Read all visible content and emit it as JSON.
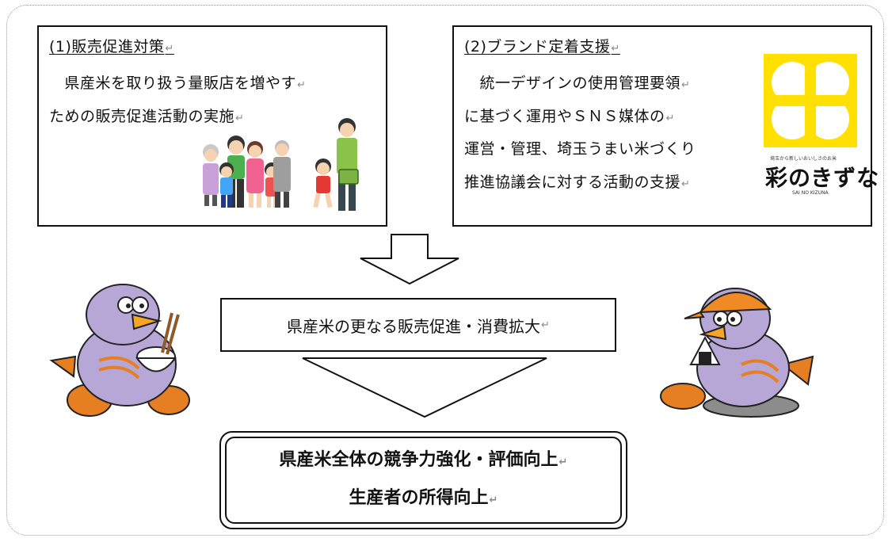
{
  "panel_left": {
    "heading": "(1)販売促進対策",
    "lines": [
      "　県産米を取り扱う量販店を増やす",
      "ための販売促進活動の実施"
    ]
  },
  "panel_right": {
    "heading": "(2)ブランド定着支援",
    "lines": [
      "　統一デザインの使用管理要領",
      "に基づく運用やＳＮＳ媒体の",
      "運営・管理、埼玉うまい米づくり",
      "推進協議会に対する活動の支援"
    ]
  },
  "logo": {
    "tagline": "埼玉から新しいおいしさのお米",
    "name": "彩のきずな",
    "romaji": "SAI NO KIZUNA",
    "color": "#ffe000"
  },
  "middle": {
    "text": "県産米の更なる販売促進・消費拡大"
  },
  "final": {
    "line1": "県産米全体の競争力強化・評価向上",
    "line2": "生産者の所得向上"
  },
  "return_mark": "↵"
}
